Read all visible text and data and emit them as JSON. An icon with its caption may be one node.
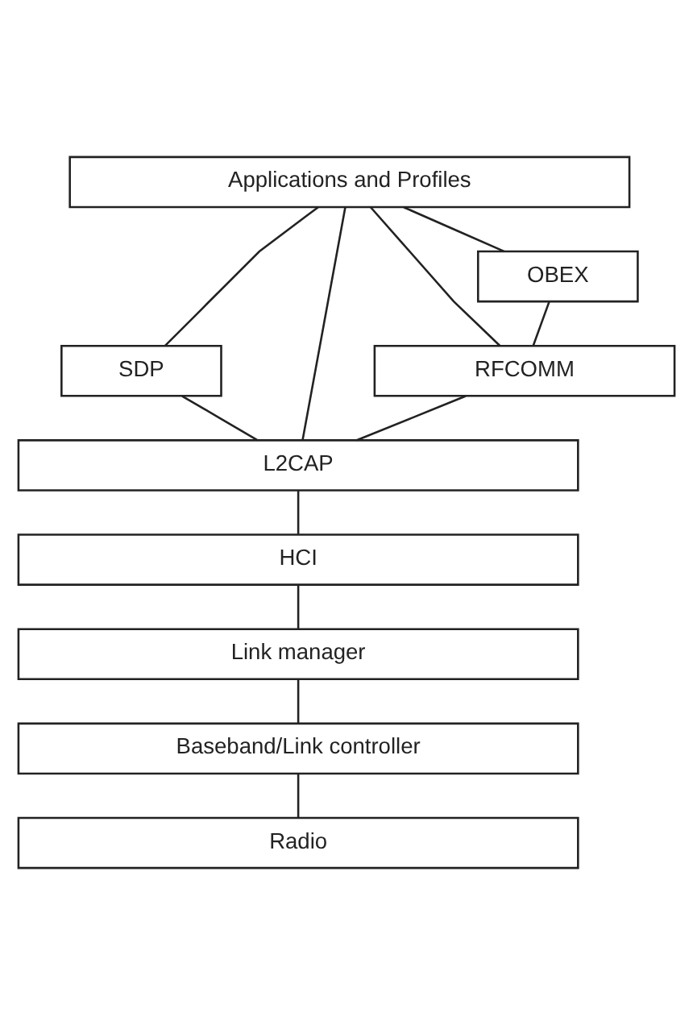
{
  "diagram": {
    "nodes": [
      {
        "text": [
          "Applications and Profiles"
        ]
      },
      {
        "text": [
          "OBEX"
        ]
      },
      {
        "text": [
          "SDP"
        ]
      },
      {
        "text": [
          "RFCOMM"
        ]
      },
      {
        "text": [
          "L2CAP"
        ]
      },
      {
        "text": [
          "HCI"
        ]
      },
      {
        "text": [
          "Link manager"
        ]
      },
      {
        "text": [
          "Baseband/Link controller"
        ]
      },
      {
        "text": [
          "Radio"
        ]
      }
    ],
    "edges": [
      {
        "from": 0,
        "to": 2,
        "arrow": "none"
      },
      {
        "from": 0,
        "to": 4,
        "arrow": "none"
      },
      {
        "from": 0,
        "to": 3,
        "arrow": "none"
      },
      {
        "from": 0,
        "to": 1,
        "arrow": "none"
      },
      {
        "from": 1,
        "to": 3,
        "arrow": "none"
      },
      {
        "from": 2,
        "to": 4,
        "arrow": "none"
      },
      {
        "from": 3,
        "to": 4,
        "arrow": "none"
      },
      {
        "from": 4,
        "to": 5,
        "arrow": "none"
      },
      {
        "from": 5,
        "to": 6,
        "arrow": "none"
      },
      {
        "from": 6,
        "to": 7,
        "arrow": "none"
      },
      {
        "from": 7,
        "to": 8,
        "arrow": "none"
      }
    ]
  }
}
